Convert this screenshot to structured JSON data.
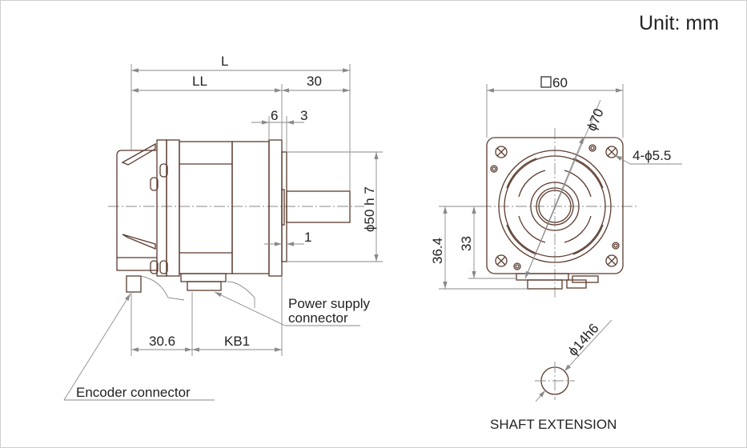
{
  "unit_label": "Unit: mm",
  "side_view": {
    "dim_L": "L",
    "dim_LL": "LL",
    "dim_30": "30",
    "dim_6": "6",
    "dim_3": "3",
    "dim_1": "1",
    "dim_pilot": "ϕ50 h 7",
    "dim_30_6": "30.6",
    "dim_KB1": "KB1",
    "power_label_line1": "Power supply",
    "power_label_line2": "connector",
    "encoder_label": "Encoder connector"
  },
  "front_view": {
    "dim_square": "60",
    "dim_pcd": "ϕ70",
    "dim_holes": "4-ϕ5.5",
    "dim_36_4": "36.4",
    "dim_33": "33"
  },
  "shaft_extension": {
    "dim_shaft": "ϕ14h6",
    "title": "SHAFT EXTENSION"
  }
}
